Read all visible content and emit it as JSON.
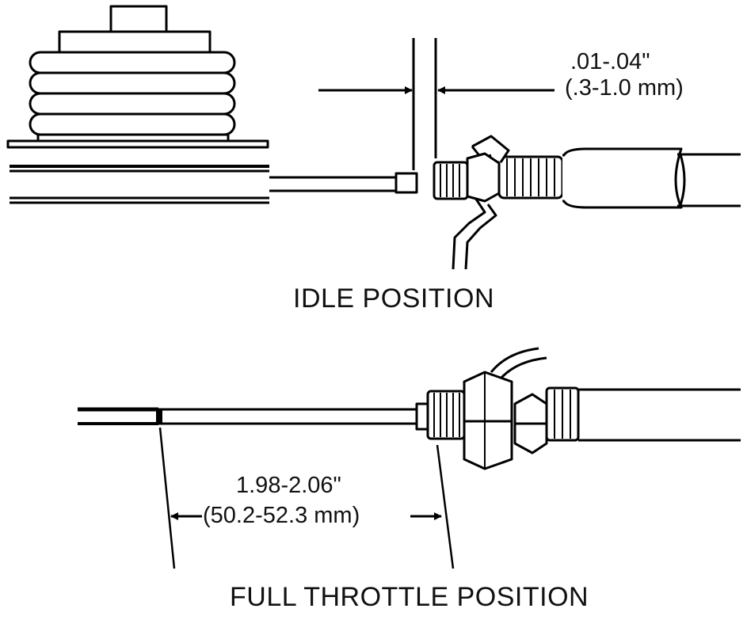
{
  "idle": {
    "clearance_in": ".01-.04\"",
    "clearance_mm": "(.3-1.0 mm)",
    "caption": "IDLE POSITION"
  },
  "full_throttle": {
    "travel_in": "1.98-2.06\"",
    "travel_mm": "(50.2-52.3 mm)",
    "caption": "FULL THROTTLE POSITION"
  }
}
